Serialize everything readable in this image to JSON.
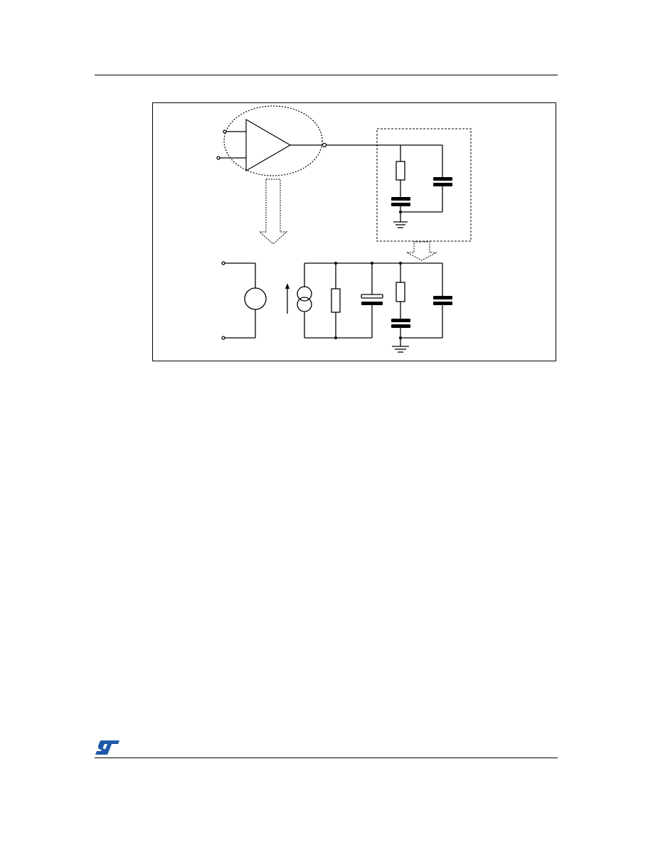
{
  "document": {
    "figure": {
      "kind": "circuit-schematic",
      "components": [
        "op-amp-triangle",
        "dotted-ellipse-boundary",
        "dashed-load-box",
        "resistor",
        "capacitor",
        "ground",
        "voltage-source",
        "current-source",
        "hollow-arrow"
      ]
    },
    "logo": {
      "name": "st-logo-icon",
      "text": "ST",
      "color": "#1e5aa8"
    },
    "colors": {
      "ink": "#000000",
      "background": "#ffffff"
    }
  }
}
